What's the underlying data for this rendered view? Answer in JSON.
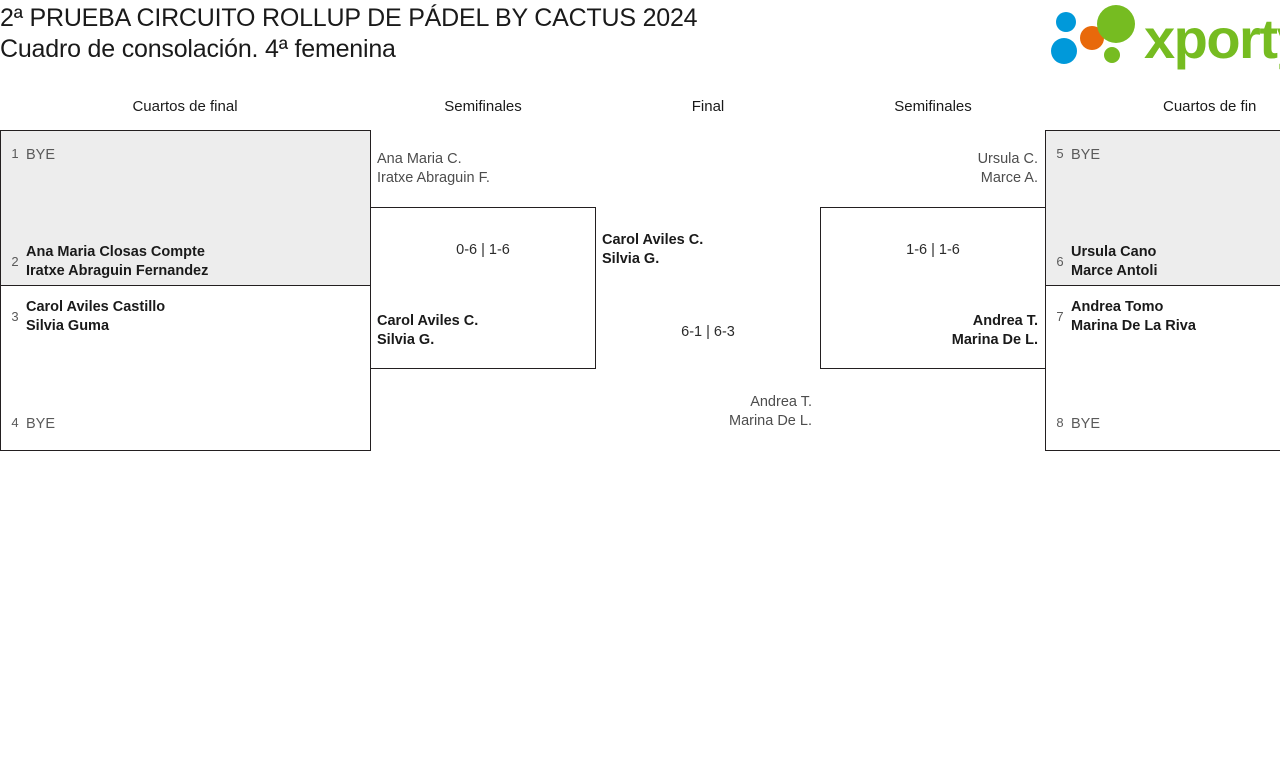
{
  "header": {
    "title_line_1": "2ª PRUEBA CIRCUITO ROLLUP DE PÁDEL BY CACTUS 2024",
    "title_line_2": "Cuadro de consolación. 4ª femenina",
    "logo_text": "xporty",
    "logo_colors": {
      "green": "#76bc21",
      "blue": "#0099da",
      "orange": "#e8690b"
    }
  },
  "rounds": [
    {
      "label": "Cuartos de final"
    },
    {
      "label": "Semifinales"
    },
    {
      "label": "Final"
    },
    {
      "label": "Semifinales"
    },
    {
      "label": "Cuartos de fin"
    }
  ],
  "bracket": {
    "left_quarterfinals": [
      {
        "seed": "1",
        "player_1": "BYE",
        "player_2": "",
        "is_bye": true
      },
      {
        "seed": "2",
        "player_1": "Ana Maria Closas Compte",
        "player_2": "Iratxe Abraguin Fernandez",
        "is_bye": false
      },
      {
        "seed": "3",
        "player_1": "Carol Aviles Castillo",
        "player_2": "Silvia Guma",
        "is_bye": false
      },
      {
        "seed": "4",
        "player_1": "BYE",
        "player_2": "",
        "is_bye": true
      }
    ],
    "right_quarterfinals": [
      {
        "seed": "5",
        "player_1": "BYE",
        "player_2": "",
        "is_bye": true
      },
      {
        "seed": "6",
        "player_1": "Ursula Cano",
        "player_2": "Marce Antoli",
        "is_bye": false
      },
      {
        "seed": "7",
        "player_1": "Andrea Tomo",
        "player_2": "Marina De La Riva",
        "is_bye": false
      },
      {
        "seed": "8",
        "player_1": "BYE",
        "player_2": "",
        "is_bye": true
      }
    ],
    "left_semifinal": {
      "loser_player_1": "Ana Maria C.",
      "loser_player_2": "Iratxe Abraguin F.",
      "score": "0-6 | 1-6",
      "winner_player_1": "Carol Aviles C.",
      "winner_player_2": "Silvia G."
    },
    "right_semifinal": {
      "loser_player_1": "Ursula C.",
      "loser_player_2": "Marce A.",
      "score": "1-6 | 1-6",
      "winner_player_1": "Andrea T.",
      "winner_player_2": "Marina De L."
    },
    "final": {
      "winner_player_1": "Carol Aviles C.",
      "winner_player_2": "Silvia G.",
      "score": "6-1 | 6-3",
      "loser_player_1": "Andrea T.",
      "loser_player_2": "Marina De L."
    }
  }
}
